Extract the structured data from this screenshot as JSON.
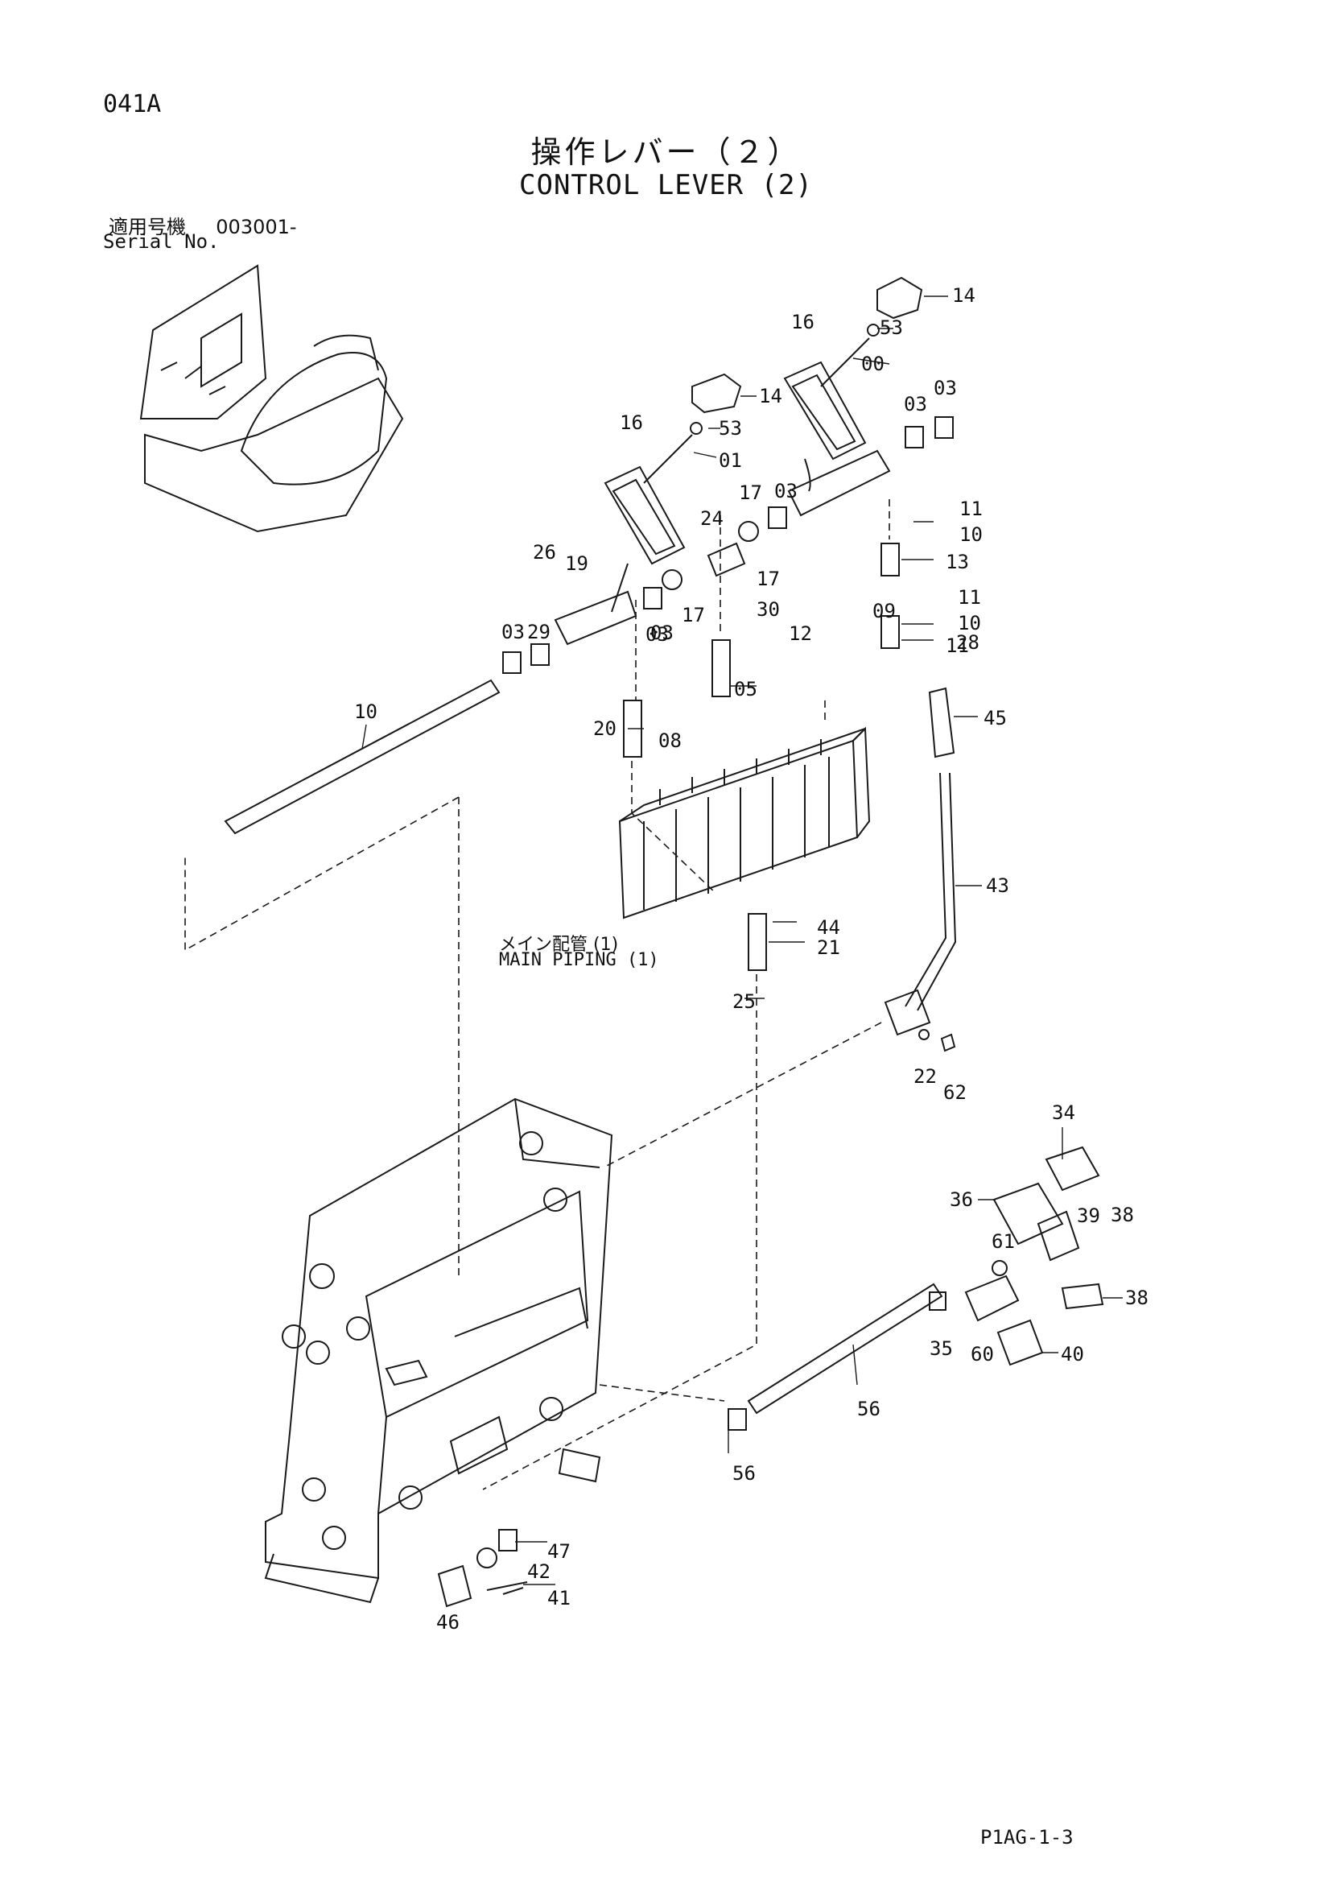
{
  "page_code": "041A",
  "title": {
    "japanese": "操作レバー（２）",
    "english": "CONTROL LEVER (2)"
  },
  "serial": {
    "label_ja": "適用号機",
    "value": "003001-",
    "label_en": "Serial No."
  },
  "reference": {
    "label_ja": "メイン配管 (1)",
    "label_en": "MAIN PIPING (1)"
  },
  "footer_code": "P1AG-1-3",
  "callouts": [
    "14",
    "53",
    "00",
    "16",
    "03",
    "03",
    "14",
    "16",
    "53",
    "01",
    "03",
    "17",
    "17",
    "24",
    "11",
    "10",
    "13",
    "26",
    "19",
    "17",
    "03",
    "30",
    "11",
    "09",
    "10",
    "03",
    "03",
    "29",
    "12",
    "11",
    "28",
    "05",
    "10",
    "08",
    "20",
    "45",
    "44",
    "21",
    "43",
    "25",
    "22",
    "62",
    "34",
    "36",
    "39",
    "38",
    "61",
    "38",
    "35",
    "60",
    "40",
    "56",
    "56",
    "47",
    "42",
    "41",
    "46"
  ]
}
